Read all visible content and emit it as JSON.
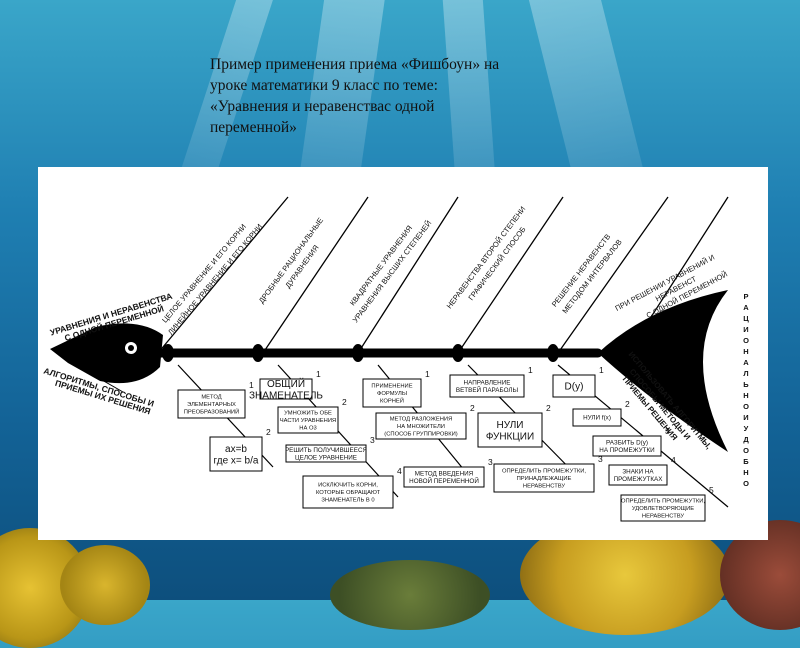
{
  "title": "Пример применения приема «Фишбоун» на\nуроке  математики 9 класс по теме:\n«Уравнения и неравенствас одной\nпеременной»",
  "head_top_label": [
    "УРАВНЕНИЯ И НЕРАВЕНСТВА",
    "С ОДНОЙ ПЕРЕМЕННОЙ"
  ],
  "head_bottom_label": [
    "АЛГОРИТМЫ, СПОСОБЫ И",
    "ПРИЕМЫ ИХ РЕШЕНИЯ"
  ],
  "bones_top": [
    [
      "ЦЕЛОЕ УРАВНЕНИЕ И ЕГО КОРНИ",
      "ЛИНЕЙНОЕ УРАВНЕНИЕ И ЕГО КОРНИ"
    ],
    [
      "ДРОБНЫЕ РАЦИОНАЛЬНЫЕ",
      "ДУРАВНЕНИЯ"
    ],
    [
      "КВАДРАТНЫЕ УРАВНЕНИЯ",
      "УРАВНЕНИЯ ВЫСШИХ СТЕПЕНЕЙ"
    ],
    [
      "НЕРАВЕНСТВА ВТОРОЙ СТЕПЕНИ",
      "ГРАФИЧЕСКИЙ СПОСОБ"
    ],
    [
      "РЕШЕНИЕ НЕРАВЕНСТВ",
      "МЕТОДОМ ИНТЕРВАЛОВ"
    ],
    [
      "ПРИ РЕШЕНИИ УРАВНЕНИЙ И",
      "НЕРАВЕНСТ",
      "С ОДНОЙ ПЕРЕМЕННОЙ"
    ]
  ],
  "tail_vertical": "РАЦИОНАЛЬНО И УДОБНО",
  "tail_diag": [
    "ИСПОЛЬЗОВАТЬ АЛГОРИТМЫ,",
    "СПОСОБЫ МЕТОДЫ И",
    "ПРИЕМЫ РЕШЕНИЯ"
  ],
  "groups": [
    {
      "boxes": [
        {
          "n": "1",
          "lines": [
            "МЕТОД",
            "ЭЛЕМЕНТАРНЫХ",
            "ПРЕОБРАЗОВАНИЙ"
          ]
        },
        {
          "n": "2",
          "lines": [
            "ax=b",
            "где x= b/a"
          ]
        }
      ]
    },
    {
      "boxes": [
        {
          "n": "1",
          "lines": [
            "ОБЩИЙ",
            "ЗНАМЕНАТЕЛЬ"
          ]
        },
        {
          "n": "2",
          "lines": [
            "УМНОЖИТЬ ОБЕ",
            "ЧАСТИ УРАВНЕНИЯ",
            "НА О3"
          ]
        },
        {
          "n": "3",
          "lines": [
            "РЕШИТЬ ПОЛУЧИВШЕЕСЯ",
            "ЦЕЛОЕ УРАВНЕНИЕ"
          ]
        },
        {
          "n": "4",
          "lines": [
            "ИСКЛЮЧИТЬ КОРНИ,",
            "КОТОРЫЕ ОБРАЩАЮТ",
            "ЗНАМЕНАТЕЛЬ В 0"
          ]
        }
      ]
    },
    {
      "boxes": [
        {
          "n": "1",
          "lines": [
            "ПРИМЕНЕНИЕ",
            "ФОРМУЛЫ",
            "КОРНЕЙ"
          ]
        },
        {
          "n": "2",
          "lines": [
            "МЕТОД РАЗЛОЖЕНИЯ",
            "НА МНОЖИТЕЛИ",
            "(СПОСОБ ГРУППИРОВКИ)"
          ]
        },
        {
          "n": "3",
          "lines": [
            "МЕТОД ВВЕДЕНИЯ",
            "НОВОЙ ПЕРЕМЕННОЙ"
          ]
        }
      ]
    },
    {
      "boxes": [
        {
          "n": "1",
          "lines": [
            "НАПРАВЛЕНИЕ",
            "ВЕТВЕЙ ПАРАБОЛЫ"
          ]
        },
        {
          "n": "2",
          "lines": [
            "НУЛИ",
            "ФУНКЦИИ"
          ]
        },
        {
          "n": "3",
          "lines": [
            "ОПРЕДЕЛИТЬ ПРОМЕЖУТКИ,",
            "ПРИНАДЛЕЖАЩИЕ",
            "НЕРАВЕНСТВУ"
          ]
        }
      ]
    },
    {
      "boxes": [
        {
          "n": "1",
          "lines": [
            "D(y)"
          ]
        },
        {
          "n": "2",
          "lines": [
            "НУЛИ f(x)"
          ]
        },
        {
          "n": "3",
          "lines": [
            "РАЗБИТЬ D(y)",
            "НА ПРОМЕЖУТКИ"
          ]
        },
        {
          "n": "4",
          "lines": [
            "ЗНАКИ НА",
            "ПРОМЕЖУТКАХ"
          ]
        },
        {
          "n": "5",
          "lines": [
            "ОПРЕДЕЛИТЬ ПРОМЕЖУТКИ,",
            "УДОВЛЕТВОРЯЮЩИЕ",
            "НЕРАВЕНСТВУ"
          ]
        }
      ]
    }
  ]
}
